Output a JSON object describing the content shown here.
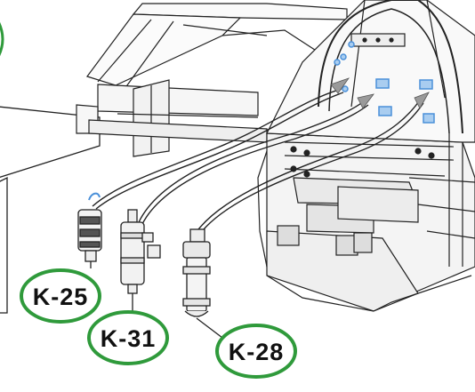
{
  "colors": {
    "callout_ring": "#2f9a3b",
    "line": "#222222",
    "highlight": "#4a90d9",
    "highlight_fill": "#a9cdf0",
    "background": "#ffffff"
  },
  "callouts": [
    {
      "id": "k25",
      "label": "K-25"
    },
    {
      "id": "k31",
      "label": "K-31"
    },
    {
      "id": "k28",
      "label": "K-28"
    }
  ]
}
